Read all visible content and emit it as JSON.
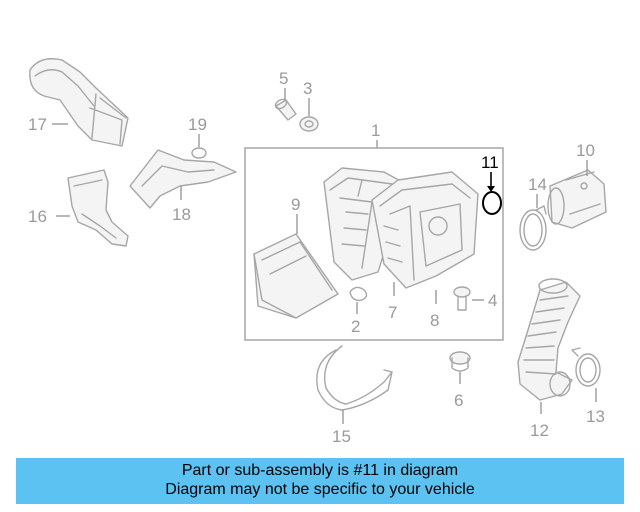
{
  "callouts": {
    "p1": "1",
    "p2": "2",
    "p3": "3",
    "p4": "4",
    "p5": "5",
    "p6": "6",
    "p7": "7",
    "p8": "8",
    "p9": "9",
    "p10": "10",
    "p11": "11",
    "p12": "12",
    "p13": "13",
    "p14": "14",
    "p15": "15",
    "p16": "16",
    "p17": "17",
    "p18": "18",
    "p19": "19"
  },
  "highlighted_part": "11",
  "colors": {
    "caption_bg": "#5bc2f2",
    "highlight": "#000000",
    "part_line": "#a6a6a6"
  },
  "caption": {
    "line1": "Part or sub-assembly is #11 in diagram",
    "line2": "Diagram may not be specific to your vehicle"
  }
}
